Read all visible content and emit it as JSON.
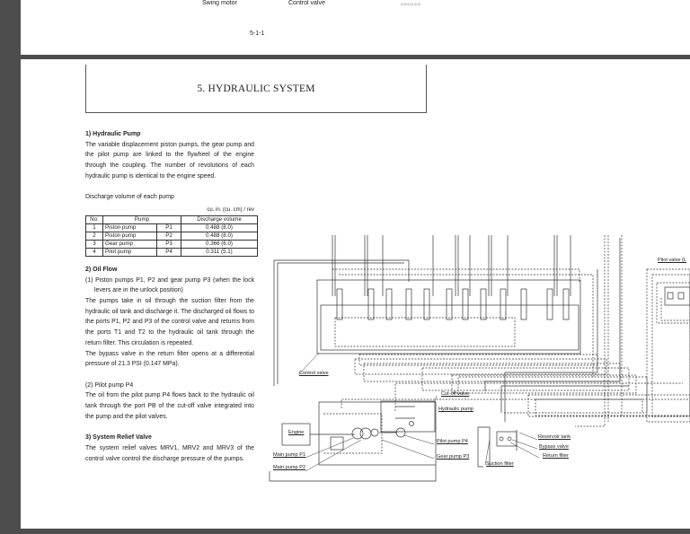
{
  "top_page": {
    "captions": [
      "Swing motor",
      "Control valve",
      "0S0415-408"
    ],
    "page_number": "5-1-1"
  },
  "section_title": "5. HYDRAULIC SYSTEM",
  "hydraulic_pump": {
    "heading": "1) Hydraulic Pump",
    "body": "The variable displacement piston pumps, the gear pump and the pilot pump are linked to the flywheel of the engine through the coupling. The number of revolutions of each hydraulic pump is identical to the engine speed.",
    "table_caption": "Discharge volume of each pump",
    "table_unit": "cu. in. (cu. cm) / rev",
    "table_headers": [
      "No.",
      "Pump",
      "Discharge volume"
    ],
    "table_rows": [
      {
        "no": "1",
        "pump": "Piston pump",
        "port": "P1",
        "volume": "0.488 (8.0)"
      },
      {
        "no": "2",
        "pump": "Piston pump",
        "port": "P2",
        "volume": "0.488 (8.0)"
      },
      {
        "no": "3",
        "pump": "Gear pump",
        "port": "P3",
        "volume": "0.366 (6.0)"
      },
      {
        "no": "4",
        "pump": "Pilot pump",
        "port": "P4",
        "volume": "0.311 (5.1)"
      }
    ]
  },
  "oil_flow": {
    "heading": "2) Oil Flow",
    "item1": "(1)  Piston pumps P1, P2 and gear pump P3 (when the lock levers are in the unlock position)",
    "para1": "The pumps take in oil through the suction filter from the hydraulic oil tank and discharge it. The discharged oil flows to the ports P1, P2 and P3 of the control valve and returns from the ports T1 and T2 to the hydraulic oil tank through the return filter. This circulation is repeated.",
    "para2": "The bypass valve in the return filter opens at a differential pressure of 21.3 PSI (0.147 MPa).",
    "item2": "(2)  Pilot pump P4",
    "para3": "The oil from the pilot pump P4 flows back to the hydraulic oil tank through the port PB of the cut-off valve integrated into the pump and the pilot valves."
  },
  "relief_valve": {
    "heading": "3) System Relief Valve",
    "body": "The system relief valves MRV1, MRV2 and MRV3 of the control valve control the discharge pressure of the pumps."
  },
  "diagram": {
    "labels": {
      "control_valve": "Control valve",
      "cutoff_valve": "Cut-off valve",
      "hydraulic_pump": "Hydraulic pump",
      "pilot_pump": "Pilot pump P4",
      "gear_pump": "Gear pump P3",
      "main_pump_p1": "Main pump P1",
      "main_pump_p2": "Main pump P2",
      "engine": "Engine",
      "suction_filter": "Suction filter",
      "reservoir_tank": "Reservoir tank",
      "bypass_valve": "Bypass valve",
      "return_filter": "Return filter",
      "pilot_valve": "Pilot valve (L"
    }
  }
}
